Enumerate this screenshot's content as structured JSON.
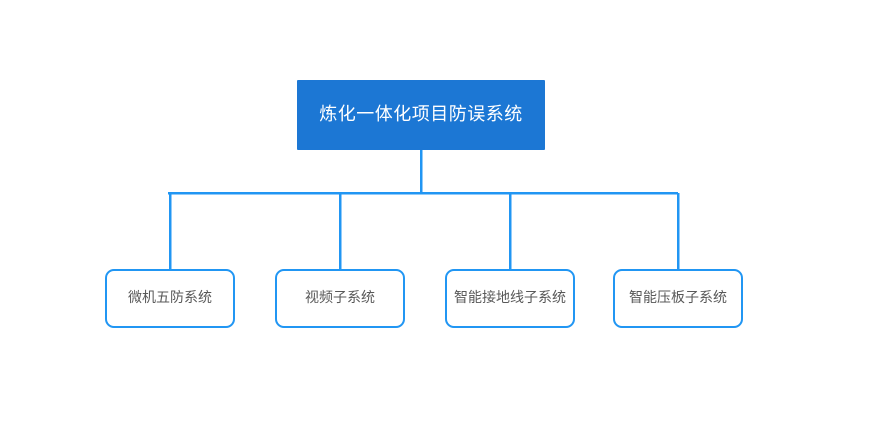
{
  "diagram": {
    "type": "organization-tree",
    "background_color": "#ffffff",
    "accent_color": "#1c77d4",
    "connector_color": "#2196f3",
    "border_color": "#2196f3",
    "root": {
      "label": "炼化一体化项目防误系统",
      "fill_color": "#1c77d4",
      "text_color": "#ffffff"
    },
    "children": [
      {
        "label": "微机五防系统",
        "fill_color": "#ffffff",
        "text_color": "#595959"
      },
      {
        "label": "视频子系统",
        "fill_color": "#ffffff",
        "text_color": "#595959"
      },
      {
        "label": "智能接地线子系统",
        "fill_color": "#ffffff",
        "text_color": "#595959"
      },
      {
        "label": "智能压板子系统",
        "fill_color": "#ffffff",
        "text_color": "#595959"
      }
    ]
  }
}
